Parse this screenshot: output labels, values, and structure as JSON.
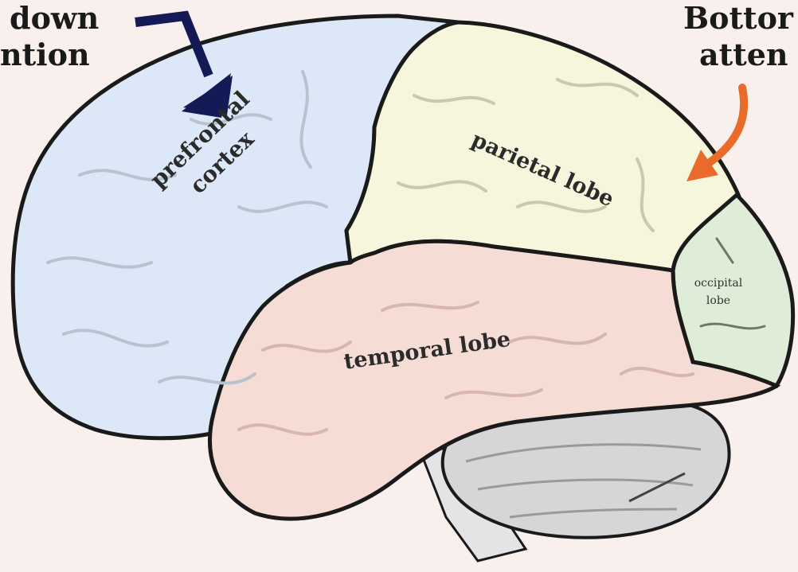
{
  "corner_left": {
    "line1": "down",
    "line2": "ntion"
  },
  "corner_right": {
    "line1": "Bottor",
    "line2": "atten"
  },
  "labels": {
    "prefrontal_line1": "prefrontal",
    "prefrontal_line2": "cortex",
    "parietal": "parietal lobe",
    "temporal": "temporal lobe",
    "occipital_line1": "occipital",
    "occipital_line2": "lobe"
  },
  "colors": {
    "background": "#f9efed",
    "prefrontal": "#dce8f8",
    "parietal": "#f5f6dc",
    "temporal": "#f5ddd5",
    "occipital": "#deecd8",
    "cerebellum": "#d6d6d8",
    "top_down_arrow": "#141a55",
    "bottom_up_arrow": "#ea6a2a",
    "outline": "#1a1a1a"
  }
}
